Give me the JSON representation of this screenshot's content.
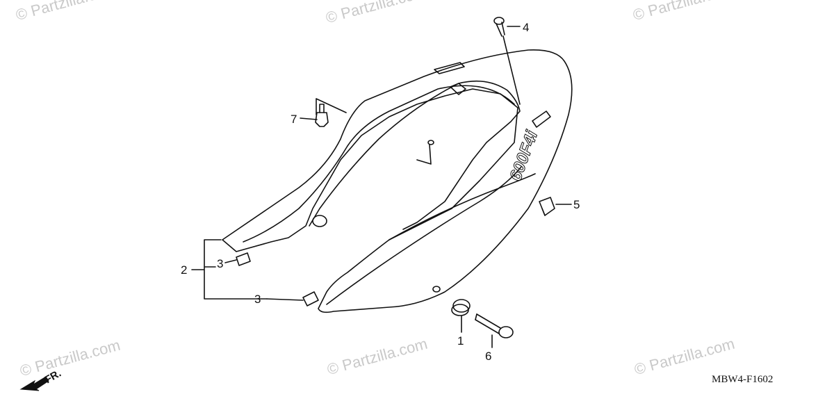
{
  "watermarks": [
    "© Partzilla.com",
    "© Partzilla.com",
    "© Partzilla.com",
    "© Partzilla.com",
    "© Partzilla.com",
    "© Partzilla.com"
  ],
  "callouts": {
    "c1": "1",
    "c2": "2",
    "c3a": "3",
    "c3b": "3",
    "c4": "4",
    "c5": "5",
    "c6": "6",
    "c7": "7"
  },
  "cowl_model_text": "600F4i",
  "direction_label": "FR.",
  "diagram_code": "MBW4-F1602",
  "colors": {
    "line": "#111111",
    "watermark": "#c9c9c9"
  }
}
